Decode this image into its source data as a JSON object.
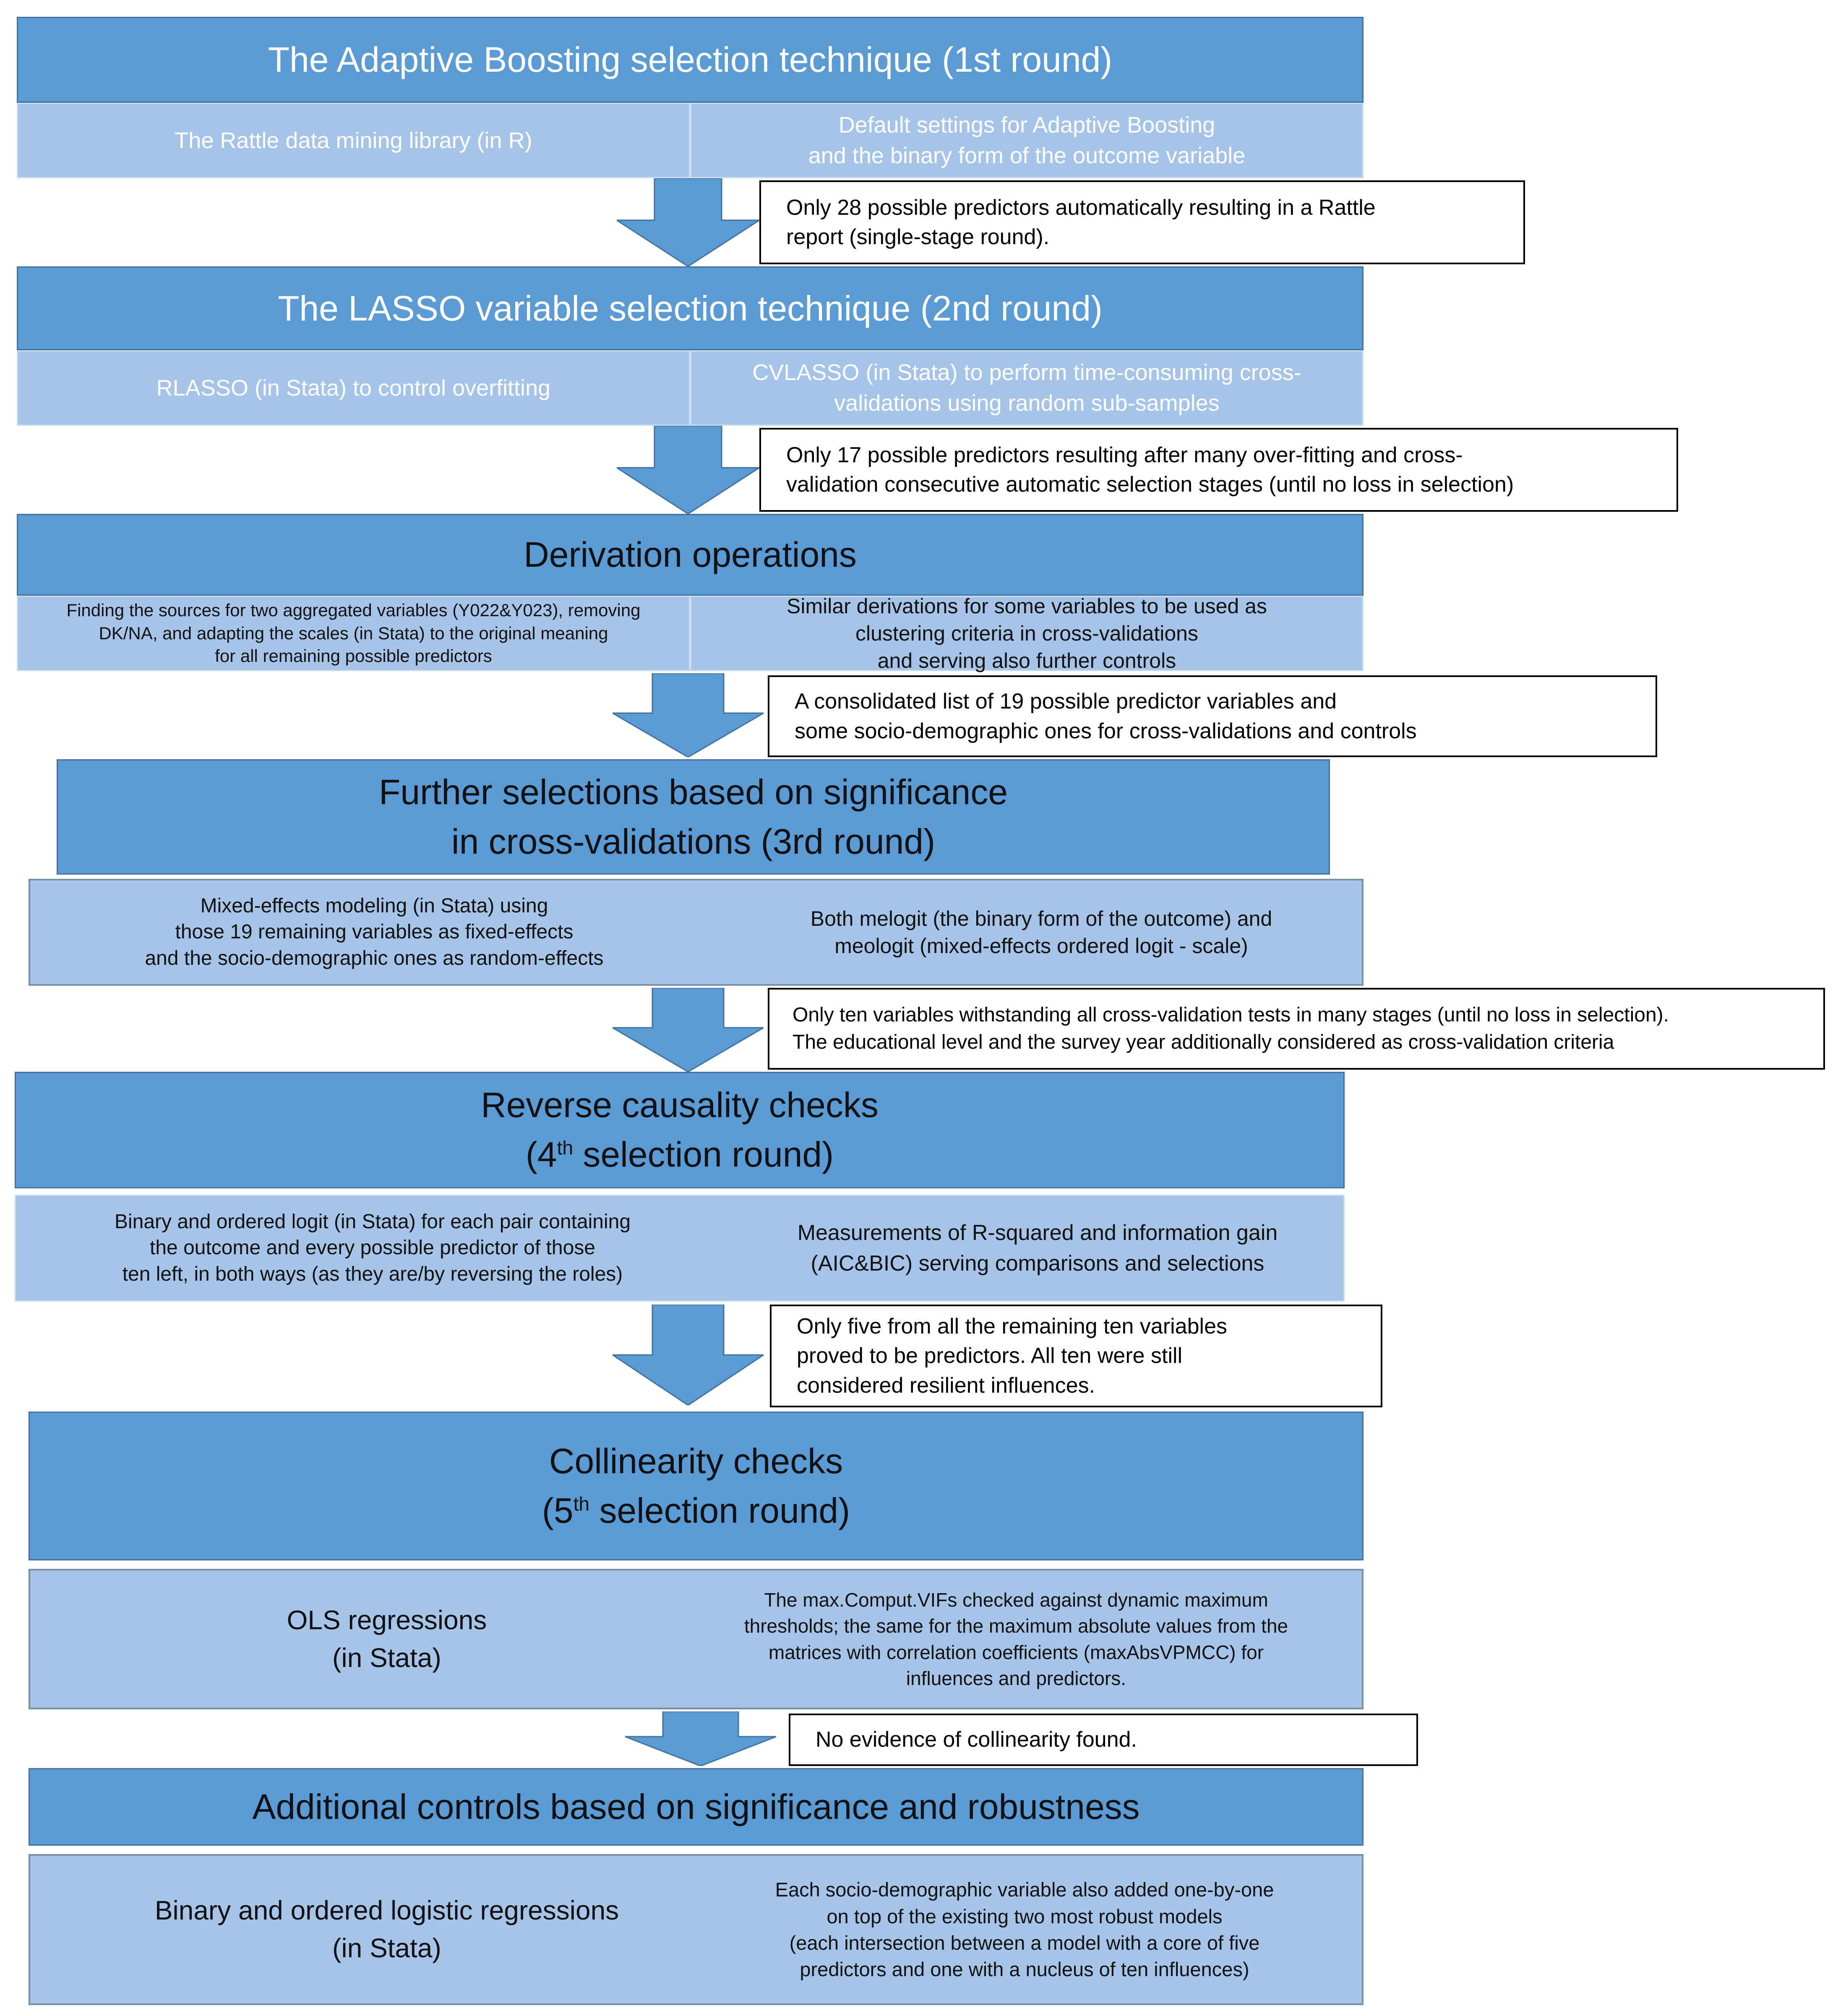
{
  "colors": {
    "header_fill": "#5b9bd5",
    "sub_fill": "#a5c4e8",
    "arrow_fill": "#5b9bd5"
  },
  "stage1": {
    "title": "The Adaptive Boosting selection technique (1st round)",
    "left": "The Rattle data mining library (in R)",
    "right": [
      "Default settings for Adaptive Boosting",
      "and the binary form of the outcome variable"
    ]
  },
  "note1": [
    "Only 28 possible predictors automatically resulting in a Rattle",
    "report (single-stage round)."
  ],
  "stage2": {
    "title": "The LASSO variable selection technique (2nd round)",
    "left": "RLASSO (in Stata) to control overfitting",
    "right": [
      "CVLASSO (in Stata) to perform time-consuming cross-",
      "validations using random sub-samples"
    ]
  },
  "note2": [
    "Only 17 possible predictors resulting after many over-fitting and cross-",
    "validation consecutive automatic selection stages (until no loss in selection)"
  ],
  "stage3": {
    "title": "Derivation operations",
    "left": [
      "Finding the sources for two aggregated variables (Y022&Y023), removing",
      "DK/NA, and adapting the scales (in Stata) to the original meaning",
      "for all remaining possible predictors"
    ],
    "right": [
      "Similar derivations for some variables to be used as",
      "clustering criteria in cross-validations",
      "and serving also further controls"
    ]
  },
  "note3": [
    "A consolidated list of 19 possible predictor variables and",
    "some socio-demographic ones for cross-validations and controls"
  ],
  "stage4": {
    "title": [
      "Further selections based on significance",
      "in cross-validations (3rd round)"
    ],
    "left": [
      "Mixed-effects modeling (in Stata) using",
      "those 19 remaining variables as fixed-effects",
      "and the socio-demographic ones as random-effects"
    ],
    "right": [
      "Both melogit (the binary form of the outcome) and",
      "meologit (mixed-effects ordered logit - scale)"
    ]
  },
  "note4": [
    "Only ten variables withstanding all cross-validation tests in many stages (until no loss in selection).",
    "The educational level and the survey year additionally considered as cross-validation criteria"
  ],
  "stage5": {
    "title_line1": "Reverse causality checks",
    "title_line2_pre": "(4",
    "title_line2_sup": "th",
    "title_line2_post": " selection round)",
    "left": [
      "Binary and ordered logit (in Stata) for each pair containing",
      "the outcome and every possible predictor of those",
      "ten left, in both ways (as they are/by reversing the roles)"
    ],
    "right": [
      "Measurements of R-squared and information gain",
      "(AIC&BIC) serving comparisons and selections"
    ]
  },
  "note5": [
    "Only five from all the remaining ten variables",
    "proved to be predictors. All ten were still",
    "considered resilient influences."
  ],
  "stage6": {
    "title_line1": "Collinearity checks",
    "title_line2_pre": "(5",
    "title_line2_sup": "th",
    "title_line2_post": " selection round)",
    "left": [
      "OLS regressions",
      "(in Stata)"
    ],
    "right": [
      "The max.Comput.VIFs checked against dynamic maximum",
      "thresholds; the same for the maximum absolute values from the",
      "matrices with correlation coefficients (maxAbsVPMCC) for",
      "influences and predictors."
    ]
  },
  "note6": [
    "No evidence of collinearity found."
  ],
  "stage7": {
    "title": "Additional controls based on significance and robustness",
    "left": [
      "Binary and ordered logistic regressions",
      "(in Stata)"
    ],
    "right": [
      "Each socio-demographic variable also added one-by-one",
      "on top of the existing two most robust models",
      "(each intersection between a model with a core of five",
      "predictors and one with a nucleus of ten influences)"
    ]
  }
}
